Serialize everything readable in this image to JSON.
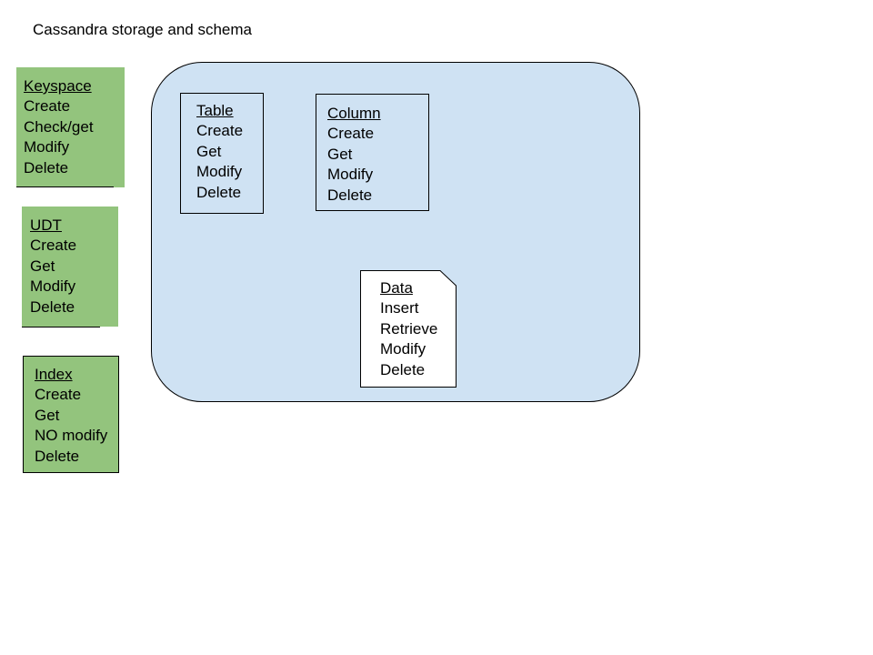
{
  "title": "Cassandra storage and schema",
  "colors": {
    "green_fill": "#93c47d",
    "container_fill": "#cfe2f3",
    "outline": "#000000"
  },
  "keyspace": {
    "header": "Keyspace",
    "items": [
      "Create",
      "Check/get",
      "Modify",
      "Delete"
    ]
  },
  "udt": {
    "header": "UDT",
    "items": [
      "Create",
      "Get",
      "Modify",
      "Delete"
    ]
  },
  "index": {
    "header": "Index",
    "items": [
      "Create",
      "Get",
      "NO modify",
      "Delete"
    ]
  },
  "table": {
    "header": "Table",
    "items": [
      "Create",
      "Get",
      "Modify",
      "Delete"
    ]
  },
  "column": {
    "header": "Column",
    "items": [
      "Create",
      "Get",
      "Modify",
      "Delete"
    ]
  },
  "data": {
    "header": "Data",
    "items": [
      "Insert",
      "Retrieve",
      "Modify",
      "Delete"
    ]
  }
}
